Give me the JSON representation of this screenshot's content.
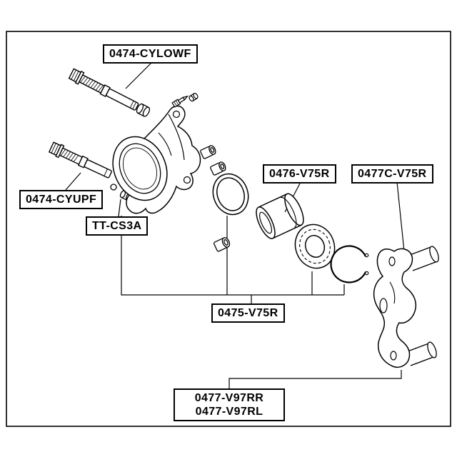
{
  "colors": {
    "background": "#ffffff",
    "line": "#000000",
    "text": "#000000"
  },
  "labels": {
    "upper_slide_pin": "0474-CYLOWF",
    "lower_slide_pin": "0474-CYUPF",
    "grease_kit": "TT-CS3A",
    "piston": "0476-V75R",
    "caliper_bracket": "0477C-V75R",
    "repair_kit": "0475-V75R",
    "assembly_right": "0477-V97RR",
    "assembly_left": "0477-V97RL"
  }
}
